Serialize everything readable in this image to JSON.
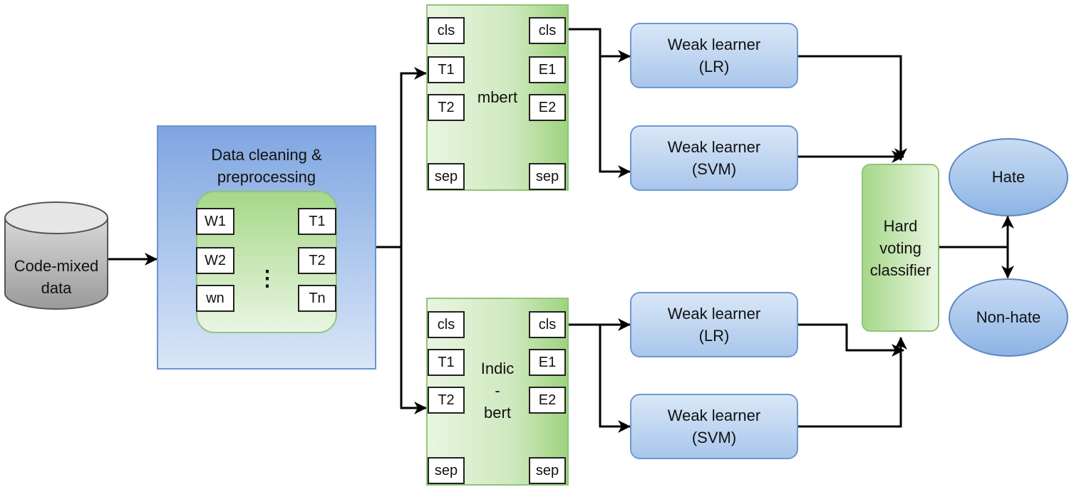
{
  "source": {
    "label_line1": "Code-mixed",
    "label_line2": "data"
  },
  "preprocess": {
    "title_line1": "Data cleaning &",
    "title_line2": "preprocessing",
    "inputs": [
      "W1",
      "W2",
      "wn"
    ],
    "outputs": [
      "T1",
      "T2",
      "Tn"
    ],
    "ellipsis": "⋮"
  },
  "mbert": {
    "label": "mbert",
    "left_tokens": [
      "cls",
      "T1",
      "T2",
      "sep"
    ],
    "right_tokens": [
      "cls",
      "E1",
      "E2",
      "sep"
    ]
  },
  "indicbert": {
    "label_line1": "Indic",
    "label_line2": "-",
    "label_line3": "bert",
    "left_tokens": [
      "cls",
      "T1",
      "T2",
      "sep"
    ],
    "right_tokens": [
      "cls",
      "E1",
      "E2",
      "sep"
    ]
  },
  "learners": [
    {
      "title": "Weak learner",
      "model": "(LR)"
    },
    {
      "title": "Weak learner",
      "model": "(SVM)"
    },
    {
      "title": "Weak learner",
      "model": "(LR)"
    },
    {
      "title": "Weak learner",
      "model": "(SVM)"
    }
  ],
  "voter": {
    "line1": "Hard",
    "line2": "voting",
    "line3": "classifier"
  },
  "outputs": {
    "hate": "Hate",
    "non_hate": "Non-hate"
  }
}
